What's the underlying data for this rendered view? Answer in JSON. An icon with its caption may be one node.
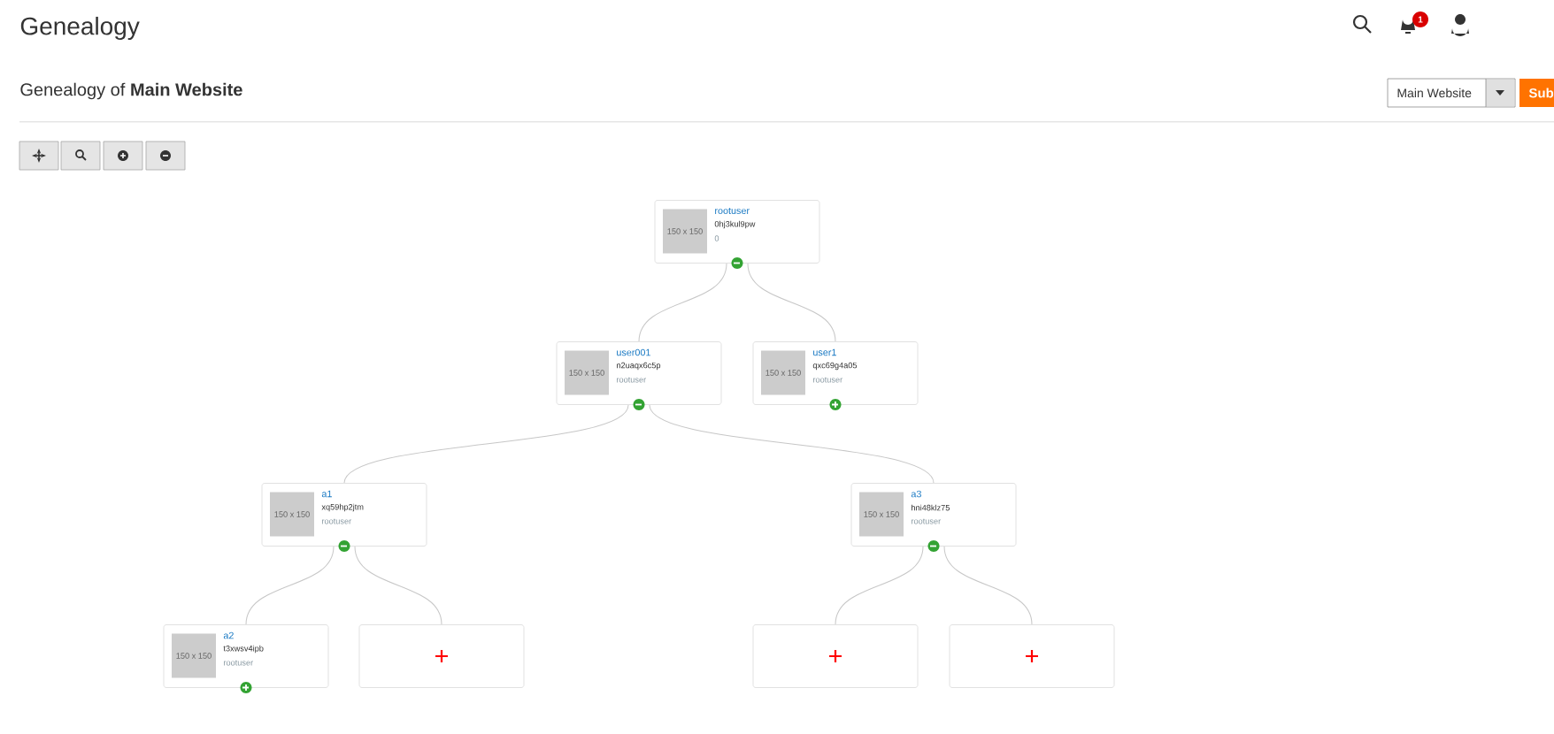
{
  "diagram": {
    "title": "Genealogy",
    "nodes": [
      {
        "text": [
          "150 x 150",
          "rootuser",
          "0hj3kul9pw",
          "0"
        ]
      },
      {
        "text": [
          "150 x 150",
          "user001",
          "n2uaqx6c5p",
          "rootuser"
        ]
      },
      {
        "text": [
          "150 x 150",
          "user1",
          "qxc69g4a05",
          "rootuser"
        ]
      },
      {
        "text": [
          "150 x 150",
          "a1",
          "xq59hp2jtm",
          "rootuser"
        ]
      },
      {
        "text": [
          "150 x 150",
          "a3",
          "hni48klz75",
          "rootuser"
        ]
      },
      {
        "text": [
          "150 x 150",
          "a2",
          "t3xwsv4ipb",
          "rootuser"
        ]
      },
      {
        "text": [],
        "shape": "box"
      },
      {
        "text": [],
        "shape": "box"
      },
      {
        "text": [],
        "shape": "box"
      }
    ],
    "edges": [
      {
        "from": 0,
        "to": 1,
        "arrow": "none"
      },
      {
        "from": 0,
        "to": 2,
        "arrow": "none"
      },
      {
        "from": 1,
        "to": 3,
        "arrow": "none"
      },
      {
        "from": 1,
        "to": 4,
        "arrow": "none"
      },
      {
        "from": 3,
        "to": 5,
        "arrow": "none"
      },
      {
        "from": 3,
        "to": 6,
        "arrow": "none"
      },
      {
        "from": 4,
        "to": 7,
        "arrow": "none"
      },
      {
        "from": 4,
        "to": 8,
        "arrow": "none"
      }
    ],
    "labels": [
      "Genealogy of **Main Website**",
      "Main Website",
      "Sub",
      "1"
    ]
  }
}
